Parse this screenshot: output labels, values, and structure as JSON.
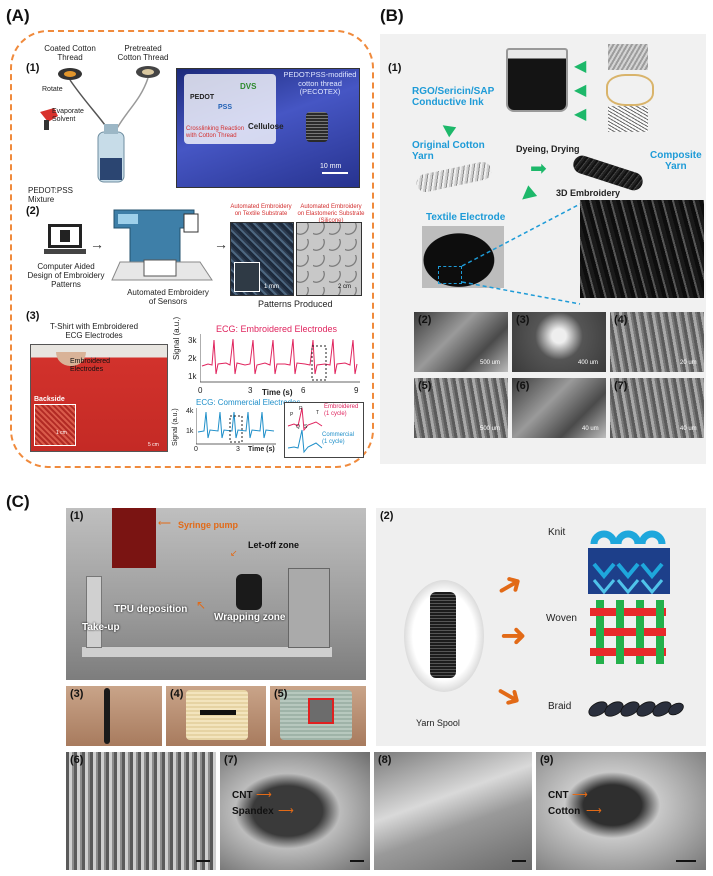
{
  "panelA": {
    "label": "(A)",
    "sub1": "(1)",
    "coated_thread": "Coated Cotton\nThread",
    "pretreated_thread": "Pretreated\nCotton Thread",
    "rotate": "Rotate",
    "evaporate": "Evaporate\nSolvent",
    "pedotpss_mixture": "PEDOT:PSS\nMixture",
    "pedot": "PEDOT",
    "dvs": "DVS",
    "pss": "PSS",
    "cellulose": "Cellulose",
    "crosslinking": "Crosslinking Reaction\nwith Cotton Thread",
    "pecotex": "PEDOT:PSS-modified\ncotton thread\n(PECOTEX)",
    "scale1": "10 mm",
    "sub2": "(2)",
    "cad": "Computer Aided\nDesign of Embroidery\nPatterns",
    "auto_embroidery": "Automated Embroidery\nof Sensors",
    "auto_textile": "Automated Embroidery\non Textile Substrate",
    "auto_elastomeric": "Automated Embroidery\non Elastomeric Substrate\n(Silicone)",
    "patterns_produced": "Patterns Produced",
    "scale_1mm": "1 mm",
    "scale_2cm": "2 cm",
    "sub3": "(3)",
    "tshirt": "T-Shirt with Embroidered\nECG Electrodes",
    "embroidered_electrodes": "Embroidered\nElectrodes",
    "backside": "Backside",
    "scale_1cm": "1 cm",
    "scale_5cm": "5 cm",
    "ecg_emb_title": "ECG: Embroidered Electrodes",
    "ecg_com_title": "ECG: Commercial Electrodes",
    "signal": "Signal (a.u.)",
    "time": "Time (s)",
    "y_3k": "3k",
    "y_2k": "2k",
    "y_1k": "1k",
    "y_4k": "4k",
    "y_1k_b": "1k",
    "x_0": "0",
    "x_3": "3",
    "x_6": "6",
    "x_9": "9",
    "x_0b": "0",
    "x_3b": "3",
    "embroidered_cycle": "Embroidered\n(1 cycle)",
    "commercial_cycle": "Commercial\n(1 cycle)",
    "p": "P",
    "q": "Q",
    "r": "R",
    "s": "S",
    "t": "T"
  },
  "panelB": {
    "label": "(B)",
    "sub1": "(1)",
    "ink": "RGO/Sericin/SAP\nConductive Ink",
    "original_yarn": "Original Cotton\nYarn",
    "dyeing": "Dyeing, Drying",
    "composite": "Composite\nYarn",
    "embroidery_3d": "3D Embroidery",
    "textile_electrode": "Textile Electrode",
    "subs": [
      "(2)",
      "(3)",
      "(4)",
      "(5)",
      "(6)",
      "(7)"
    ],
    "scales": [
      "500 um",
      "400 um",
      "20 um",
      "500 um",
      "40 um",
      "40 um"
    ]
  },
  "panelC": {
    "label": "(C)",
    "sub1": "(1)",
    "syringe": "Syringe pump",
    "letoff": "Let-off zone",
    "tpu": "TPU deposition",
    "takeup": "Take-up",
    "wrapping": "Wrapping zone",
    "sub2": "(2)",
    "knit": "Knit",
    "woven": "Woven",
    "braid": "Braid",
    "yarn_spool": "Yarn Spool",
    "subs_row": [
      "(3)",
      "(4)",
      "(5)"
    ],
    "subs_bottom": [
      "(6)",
      "(7)",
      "(8)",
      "(9)"
    ],
    "cnt": "CNT",
    "spandex": "Spandex",
    "cnt2": "CNT",
    "cotton": "Cotton"
  },
  "colors": {
    "dashed_border": "#f08a3c",
    "ecg_pink": "#e0245e",
    "ecg_blue": "#1f8fc9",
    "accent_blue": "#1e9bd7",
    "green_arrow": "#1db86a",
    "orange_arrow": "#e26a17",
    "knit_dark": "#1d3f8a",
    "knit_light": "#1ea7dc",
    "woven_red": "#e8292b",
    "woven_green": "#23b04b"
  }
}
